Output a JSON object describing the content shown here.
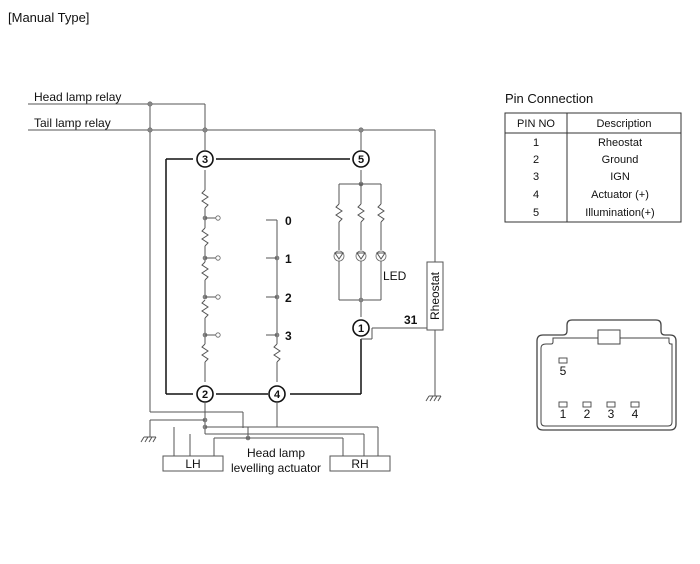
{
  "page_title": "[Manual Type]",
  "wires": {
    "head_lamp_relay": "Head lamp relay",
    "tail_lamp_relay": "Tail lamp relay"
  },
  "switch_positions": [
    "0",
    "1",
    "2",
    "3"
  ],
  "pins": {
    "pin3": "3",
    "pin5": "5",
    "pin2": "2",
    "pin4": "4",
    "pin1": "1"
  },
  "led_label": "LED",
  "terminal_31": "31",
  "rheostat_label": "Rheostat",
  "actuator": {
    "left": "LH",
    "right": "RH",
    "label_line1": "Head lamp",
    "label_line2": "levelling actuator"
  },
  "pin_table": {
    "title": "Pin Connection",
    "headers": [
      "PIN NO",
      "Description"
    ],
    "rows": [
      {
        "pin": "1",
        "desc": "Rheostat"
      },
      {
        "pin": "2",
        "desc": "Ground"
      },
      {
        "pin": "3",
        "desc": "IGN"
      },
      {
        "pin": "4",
        "desc": "Actuator (+)"
      },
      {
        "pin": "5",
        "desc": "Illumination(+)"
      }
    ]
  },
  "connector_pins": {
    "top": "5",
    "bottom": [
      "1",
      "2",
      "3",
      "4"
    ]
  }
}
